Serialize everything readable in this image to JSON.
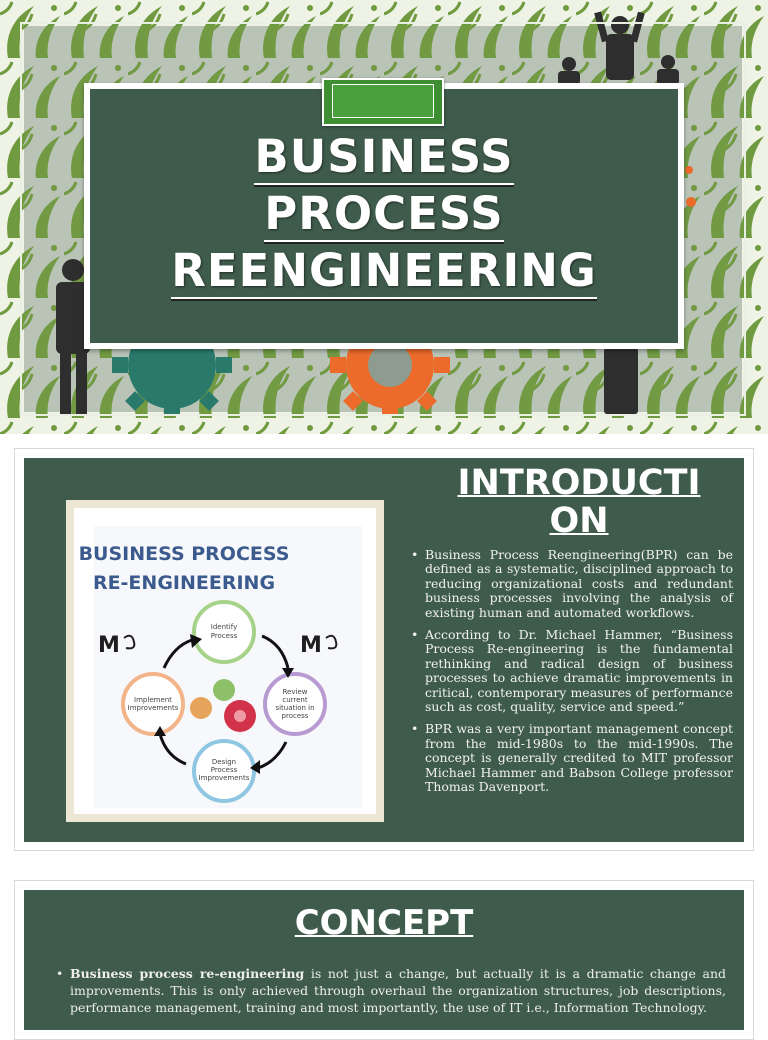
{
  "slide1": {
    "title_line1": "BUSINESS",
    "title_line2": "PROCESS",
    "title_line3": "REENGINEERING",
    "colors": {
      "background": "#8e9c8f",
      "card": "#3f5b4b",
      "tab": "#3e8e32",
      "leaf": "#6f9a3f"
    },
    "icons": [
      "businessman-silhouette-icon",
      "teal-gear-icon",
      "orange-gear-icon",
      "leaf-pattern"
    ]
  },
  "slide2": {
    "heading_line1": "INTRODUCTI",
    "heading_line2": "ON",
    "image": {
      "title_line1": "BUSINESS PROCESS",
      "title_line2": "RE-ENGINEERING",
      "logo_text": "M",
      "steps": {
        "identify": [
          "Identify",
          "Process"
        ],
        "review": [
          "Review",
          "current",
          "situation in",
          "process"
        ],
        "design": [
          "Design",
          "Process",
          "Improvements"
        ],
        "implement": [
          "Implement",
          "Improvements"
        ]
      }
    },
    "bullets": [
      "Business Process Reengineering(BPR) can be defined as a systematic, disciplined approach to reducing organizational costs and redundant business processes involving the analysis of existing human and automated workflows.",
      "According to Dr. Michael Hammer, “Business Process Re-engineering is the fundamental rethinking and radical design of business processes to achieve dramatic improvements in critical, contemporary measures of performance such as cost, quality, service and speed.”",
      "BPR was a very important management concept from the mid-1980s to the mid-1990s. The concept is generally credited to MIT professor Michael Hammer and Babson College professor Thomas Davenport."
    ]
  },
  "slide3": {
    "heading": "CONCEPT",
    "bullet_bold": "Business process re-engineering",
    "bullet_rest": " is not just a change, but actually it is a dramatic change and improvements. This is only achieved through overhaul the organization structures, job descriptions, performance management, training and most importantly, the use of IT i.e., Information Technology."
  }
}
